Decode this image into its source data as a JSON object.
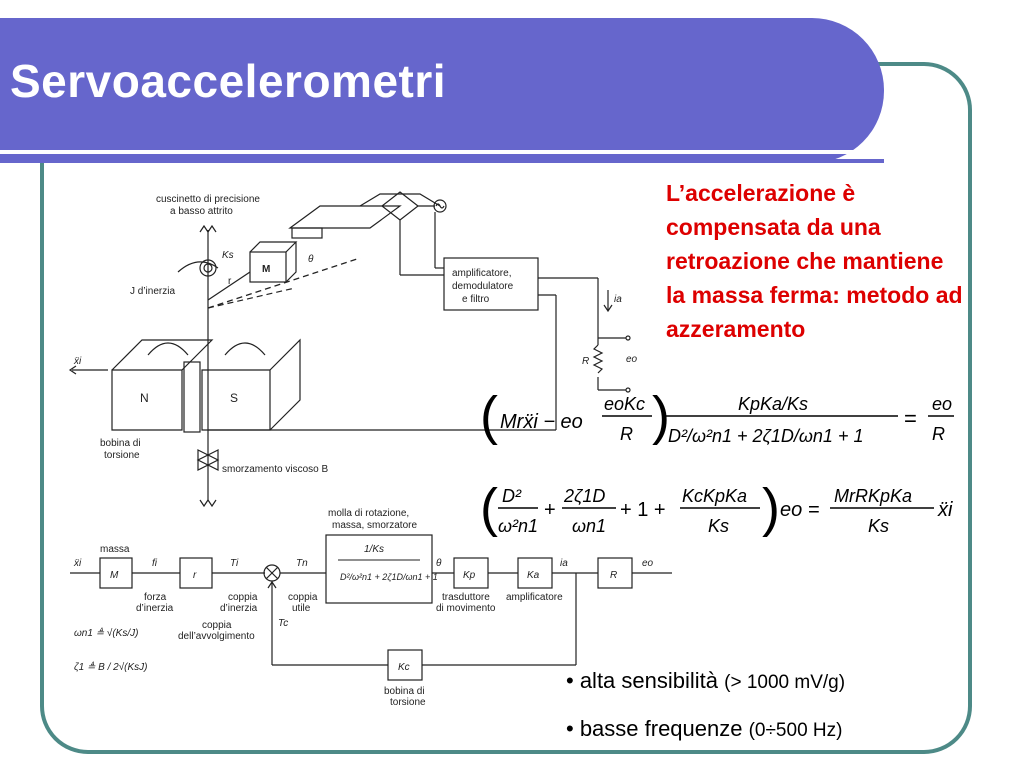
{
  "slide": {
    "title": "Servoaccelerometri",
    "description": "L’accelerazione è compensata da una retroazione che mantiene la massa ferma: metodo ad azzeramento",
    "bullets": [
      {
        "main": "• alta sensibilità ",
        "sub": "(> 1000 mV/g)"
      },
      {
        "main": "• basse frequenze ",
        "sub": "(0÷500 Hz)"
      }
    ]
  },
  "schematic": {
    "labels": {
      "cuscinetto": "cuscinetto  di precisione",
      "basso_attrito": "a basso attrito",
      "ks": "Ks",
      "j_inerzia": "J d’inerzia",
      "r": "r",
      "m": "M",
      "theta": "θ",
      "amp1": "amplificatore,",
      "amp2": "demodulatore",
      "amp3": "e filtro",
      "ia": "ia",
      "eo": "eo",
      "R": "R",
      "xi": "ẍi",
      "N": "N",
      "S": "S",
      "bobina1": "bobina di",
      "bobina2": "torsione",
      "smorzamento": "smorzamento viscoso B"
    }
  },
  "block_diagram": {
    "labels": {
      "massa": "massa",
      "M": "M",
      "fi": "fi",
      "r": "r",
      "Ti": "Ti",
      "Tn": "Tn",
      "theta": "θ",
      "Kp": "Kp",
      "Ka": "Ka",
      "ia": "ia",
      "R": "R",
      "eo": "eo",
      "xi": "ẍi",
      "forza1": "forza",
      "forza2": "d’inerzia",
      "coppia1": "coppia",
      "coppia2": "d’inerzia",
      "coppia_utile1": "coppia",
      "coppia_utile2": "utile",
      "molla1": "molla di rotazione,",
      "molla2": "massa, smorzatore",
      "tf_num": "1/Ks",
      "trasd1": "trasduttore",
      "trasd2": "di movimento",
      "amplificatore": "amplificatore",
      "coppia_avv1": "coppia",
      "coppia_avv2": "dell’avvolgimento",
      "Tc": "Tc",
      "Kc": "Kc",
      "bob1": "bobina di",
      "bob2": "torsione",
      "wn": "ωn1 ≜ √(Ks/J)",
      "zeta": "ζ1 ≜ B / 2√(KsJ)"
    }
  },
  "equations": {
    "eq1": {
      "left": "Mrẍi − eo",
      "frac1_num": "eoKc",
      "frac1_den": "R",
      "frac2_num": "KpKa/Ks",
      "frac2_den": "D²/ω²n1 + 2ζ1D/ωn1 + 1",
      "equals": "=",
      "rhs_num": "eo",
      "rhs_den": "R"
    },
    "eq2": {
      "t1_num": "D²",
      "t1_den": "ω²n1",
      "t2_num": "2ζ1D",
      "t2_den": "ωn1",
      "plus_one": "+ 1 +",
      "t3_num": "KcKpKa",
      "t3_den": "Ks",
      "eo": "eo =",
      "rhs_num": "MrRKpKa",
      "rhs_den": "Ks",
      "rhs_var": "ẍi"
    }
  }
}
